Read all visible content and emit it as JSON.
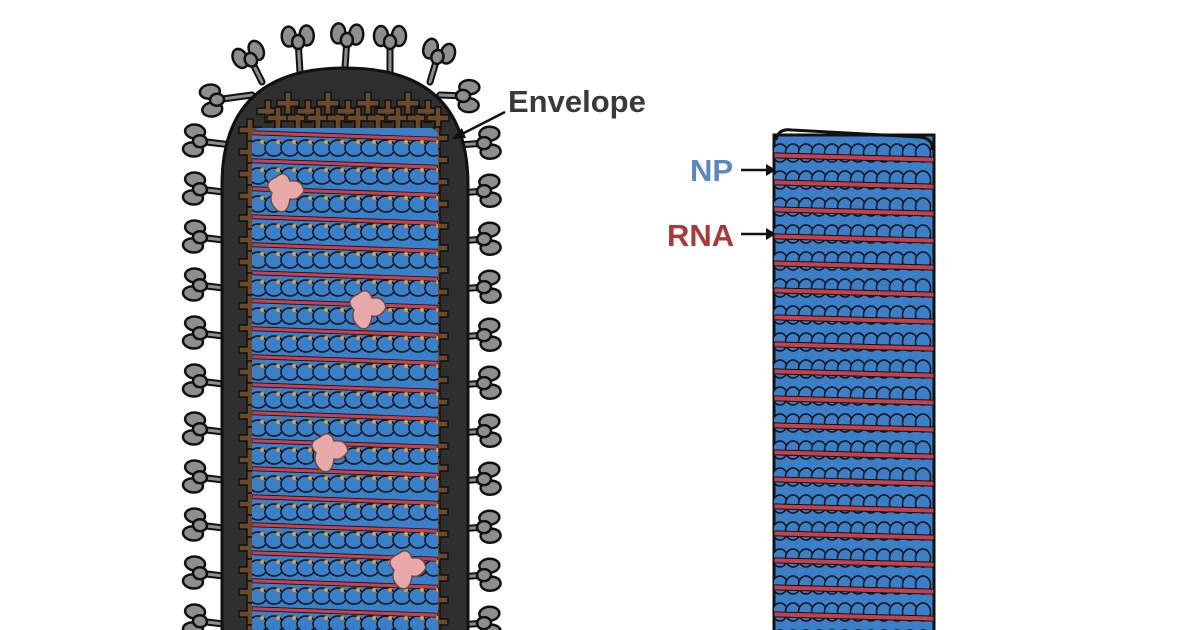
{
  "labels": {
    "envelope": "Envelope",
    "np": "NP",
    "rna": "RNA"
  },
  "colors": {
    "background": "#ffffff",
    "outline": "#111111",
    "envelope_shell": "#2f2f2f",
    "matrix_protein": "#6b4a2b",
    "glycoprotein": "#8e8e8e",
    "nucleoprotein": "#3b7fc9",
    "rna": "#c8404a",
    "polymerase": "#e8a9aa",
    "linker_dots": "#e0a030",
    "envelope_label": "#3a3a3a",
    "np_label": "#5b88c2",
    "rna_label": "#a83a3a"
  }
}
